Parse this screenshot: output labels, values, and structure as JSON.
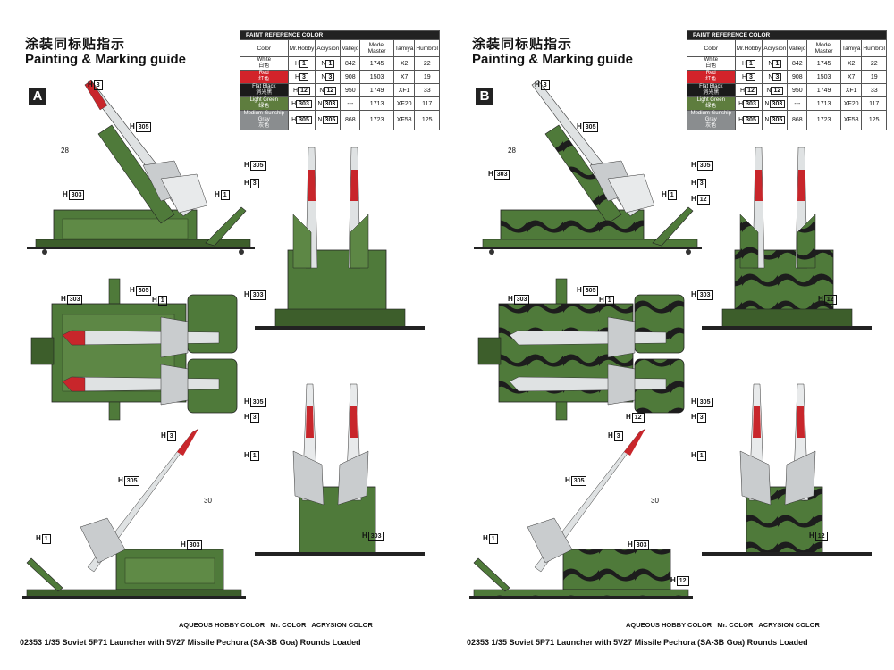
{
  "pages": [
    {
      "id": "A",
      "title_cn": "涂装同标贴指示",
      "title_en": "Painting & Marking guide",
      "badge": "A",
      "callouts": [
        {
          "label": "H",
          "code": "3"
        },
        {
          "label": "H",
          "code": "305"
        },
        {
          "label": "H",
          "code": "303"
        },
        {
          "label": "H",
          "code": "1"
        },
        {
          "label": "H",
          "code": "305"
        },
        {
          "label": "H",
          "code": "3"
        },
        {
          "label": "H",
          "code": "303"
        },
        {
          "label": "H",
          "code": "303"
        },
        {
          "label": "H",
          "code": "305"
        },
        {
          "label": "H",
          "code": "1"
        },
        {
          "label": "H",
          "code": "305"
        },
        {
          "label": "H",
          "code": "3"
        },
        {
          "label": "H",
          "code": "1"
        },
        {
          "label": "H",
          "code": "3"
        },
        {
          "label": "H",
          "code": "305"
        },
        {
          "label": "H",
          "code": "1"
        },
        {
          "label": "H",
          "code": "303"
        },
        {
          "label": "H",
          "code": "303"
        }
      ],
      "numbers": [
        "28",
        "30"
      ]
    },
    {
      "id": "B",
      "title_cn": "涂装同标贴指示",
      "title_en": "Painting & Marking guide",
      "badge": "B",
      "callouts": [
        {
          "label": "H",
          "code": "3"
        },
        {
          "label": "H",
          "code": "305"
        },
        {
          "label": "H",
          "code": "303"
        },
        {
          "label": "H",
          "code": "1"
        },
        {
          "label": "H",
          "code": "305"
        },
        {
          "label": "H",
          "code": "3"
        },
        {
          "label": "H",
          "code": "12"
        },
        {
          "label": "H",
          "code": "303"
        },
        {
          "label": "H",
          "code": "303"
        },
        {
          "label": "H",
          "code": "305"
        },
        {
          "label": "H",
          "code": "12"
        },
        {
          "label": "H",
          "code": "1"
        },
        {
          "label": "H",
          "code": "305"
        },
        {
          "label": "H",
          "code": "3"
        },
        {
          "label": "H",
          "code": "12"
        },
        {
          "label": "H",
          "code": "1"
        },
        {
          "label": "H",
          "code": "3"
        },
        {
          "label": "H",
          "code": "305"
        },
        {
          "label": "H",
          "code": "1"
        },
        {
          "label": "H",
          "code": "303"
        },
        {
          "label": "H",
          "code": "12"
        },
        {
          "label": "H",
          "code": "12"
        }
      ],
      "numbers": [
        "28",
        "30"
      ]
    }
  ],
  "paint_table": {
    "header": "PAINT REFERENCE COLOR",
    "columns": [
      "Color",
      "Mr.Hobby",
      "Acrysion",
      "Vallejo",
      "Model Master",
      "Tamiya",
      "Humbrol"
    ],
    "rows": [
      {
        "color_en": "White",
        "color_cn": "白色",
        "swatch": "#ffffff",
        "text": "#111111",
        "hobby": "1",
        "acry": "1",
        "vallejo": "842",
        "mm": "1745",
        "tamiya": "X2",
        "humbrol": "22"
      },
      {
        "color_en": "Red",
        "color_cn": "红色",
        "swatch": "#d2232a",
        "text": "#ffffff",
        "hobby": "3",
        "acry": "3",
        "vallejo": "908",
        "mm": "1503",
        "tamiya": "X7",
        "humbrol": "19"
      },
      {
        "color_en": "Flat Black",
        "color_cn": "消光黑",
        "swatch": "#1a1a1a",
        "text": "#ffffff",
        "hobby": "12",
        "acry": "12",
        "vallejo": "950",
        "mm": "1749",
        "tamiya": "XF1",
        "humbrol": "33"
      },
      {
        "color_en": "Light Green",
        "color_cn": "绿色",
        "swatch": "#5e7d3e",
        "text": "#ffffff",
        "hobby": "303",
        "acry": "303",
        "vallejo": "---",
        "mm": "1713",
        "tamiya": "XF20",
        "humbrol": "117"
      },
      {
        "color_en": "Medium Gunship Gray",
        "color_cn": "灰色",
        "swatch": "#8a8d8f",
        "text": "#ffffff",
        "hobby": "305",
        "acry": "305",
        "vallejo": "868",
        "mm": "1723",
        "tamiya": "XF58",
        "humbrol": "125"
      }
    ]
  },
  "legend": {
    "aqueous": "AQUEOUS HOBBY COLOR",
    "mr": "Mr. COLOR",
    "acrysion": "ACRYSION COLOR"
  },
  "footer": "02353 1/35 Soviet 5P71 Launcher with 5V27 Missile Pechora (SA-3B Goa) Rounds Loaded",
  "colors": {
    "green": "#4f7a3a",
    "dark_green": "#3d5e2b",
    "black": "#1d1d1d",
    "red": "#c8262b",
    "grey": "#c9ccce",
    "white": "#f3f3f3"
  }
}
